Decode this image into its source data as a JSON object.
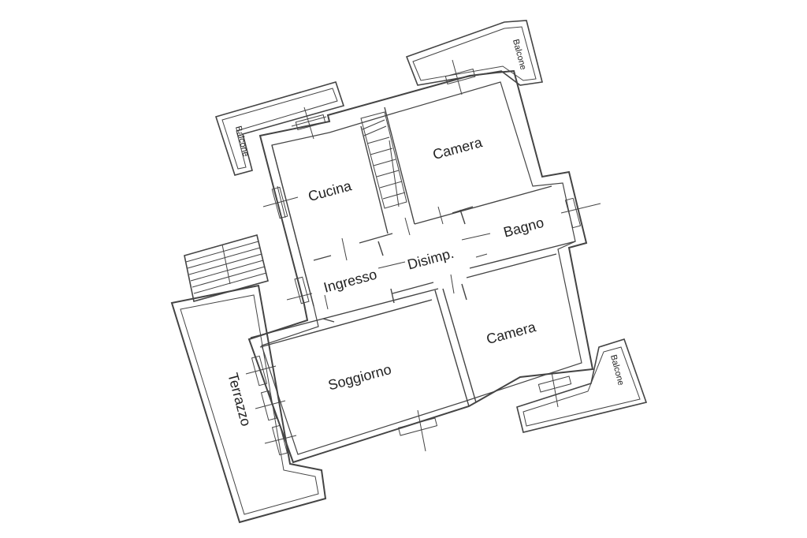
{
  "rooms": {
    "cucina": "Cucina",
    "camera_top": "Camera",
    "bagno": "Bagno",
    "disimpegno": "Disimp.",
    "ingresso": "Ingresso",
    "soggiorno": "Soggiorno",
    "camera_bottom": "Camera",
    "terrazzo": "Terrazzo"
  },
  "balconies": {
    "left": "Balcone",
    "top_right": "Balcone",
    "bottom_right": "Balcone"
  },
  "colors": {
    "wall": "#555555",
    "line": "#333333",
    "text": "#222222"
  }
}
